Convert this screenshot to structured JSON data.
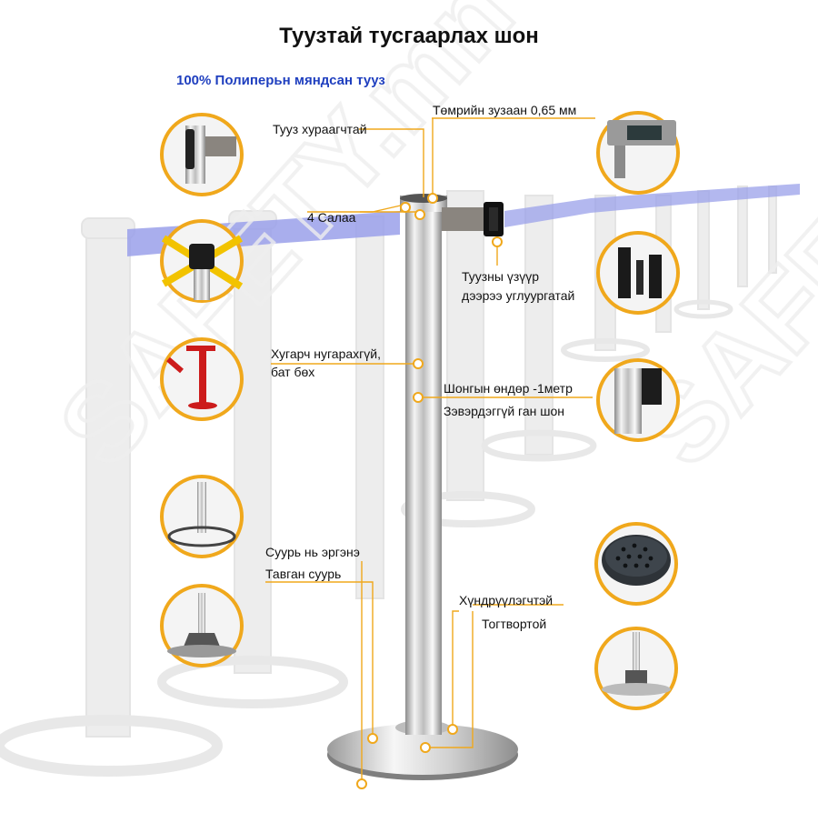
{
  "header": {
    "title": "Туузтай тусгаарлах шон",
    "subtitle": "100% Полиперьн мяндсан тууз"
  },
  "labels": {
    "tape_retractor": "Тууз хураагчтай",
    "metal_thickness": "Төмрийн зузаан 0,65 мм",
    "four_branches": "4 Салаа",
    "hook_line1": "Туузны үзүүр",
    "hook_line2": "дээрээ углуургатай",
    "durable_line1": "Хугарч нугарахгүй,",
    "durable_line2": "бат бөх",
    "height": "Шонгын өндөр -1метр",
    "stainless": "Зэвэрдэггүй ган шон",
    "rotating_base": "Суурь нь эргэнэ",
    "plate_base": "Тавган суурь",
    "weighted": "Хүндрүүлэгчтэй",
    "stable": "Тогтвортой"
  },
  "watermark": "SAFETY.mn",
  "colors": {
    "accent": "#f0a81c",
    "title": "#111111",
    "subtitle": "#1f3fbf",
    "tape_blue": "#8d95e6",
    "tape_gray": "#7d7873"
  }
}
